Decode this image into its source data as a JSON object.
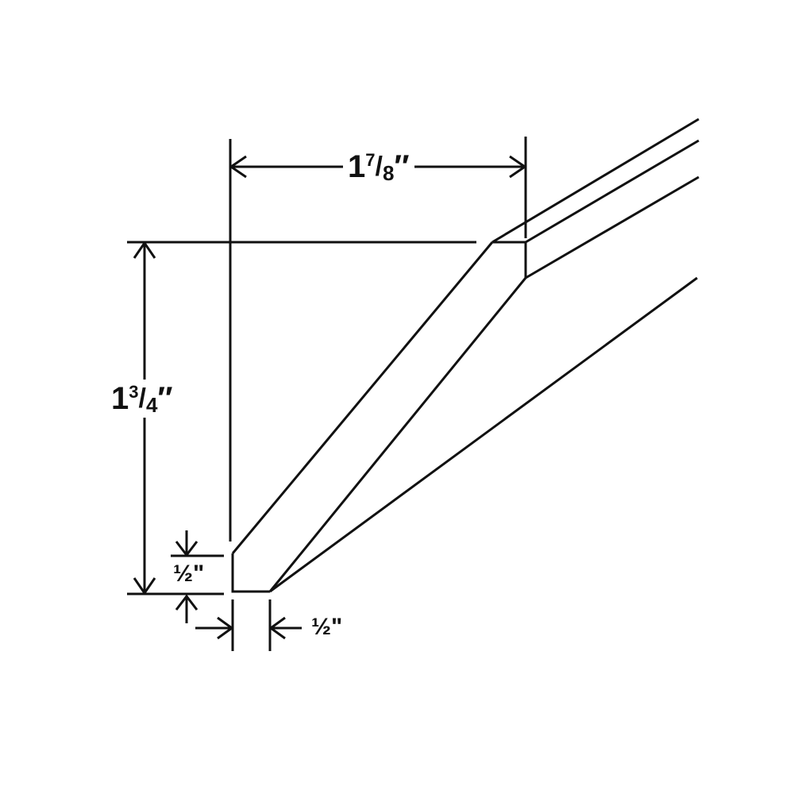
{
  "diagram": {
    "type": "technical dimension drawing",
    "subject": "molding profile cross-section",
    "colors": {
      "background": "#ffffff",
      "line": "#111111"
    },
    "dimensions": {
      "width": {
        "whole": "1",
        "numerator": "7",
        "slash": "/",
        "denominator": "8",
        "unit": "″",
        "full_text": "1 7/8\""
      },
      "height": {
        "whole": "1",
        "numerator": "3",
        "slash": "/",
        "denominator": "4",
        "unit": "″",
        "full_text": "1 3/4\""
      },
      "bottom_face_height": {
        "text": "½\"",
        "full_text": "1/2\""
      },
      "bottom_face_width": {
        "text": "½\"",
        "full_text": "1/2\""
      }
    }
  }
}
